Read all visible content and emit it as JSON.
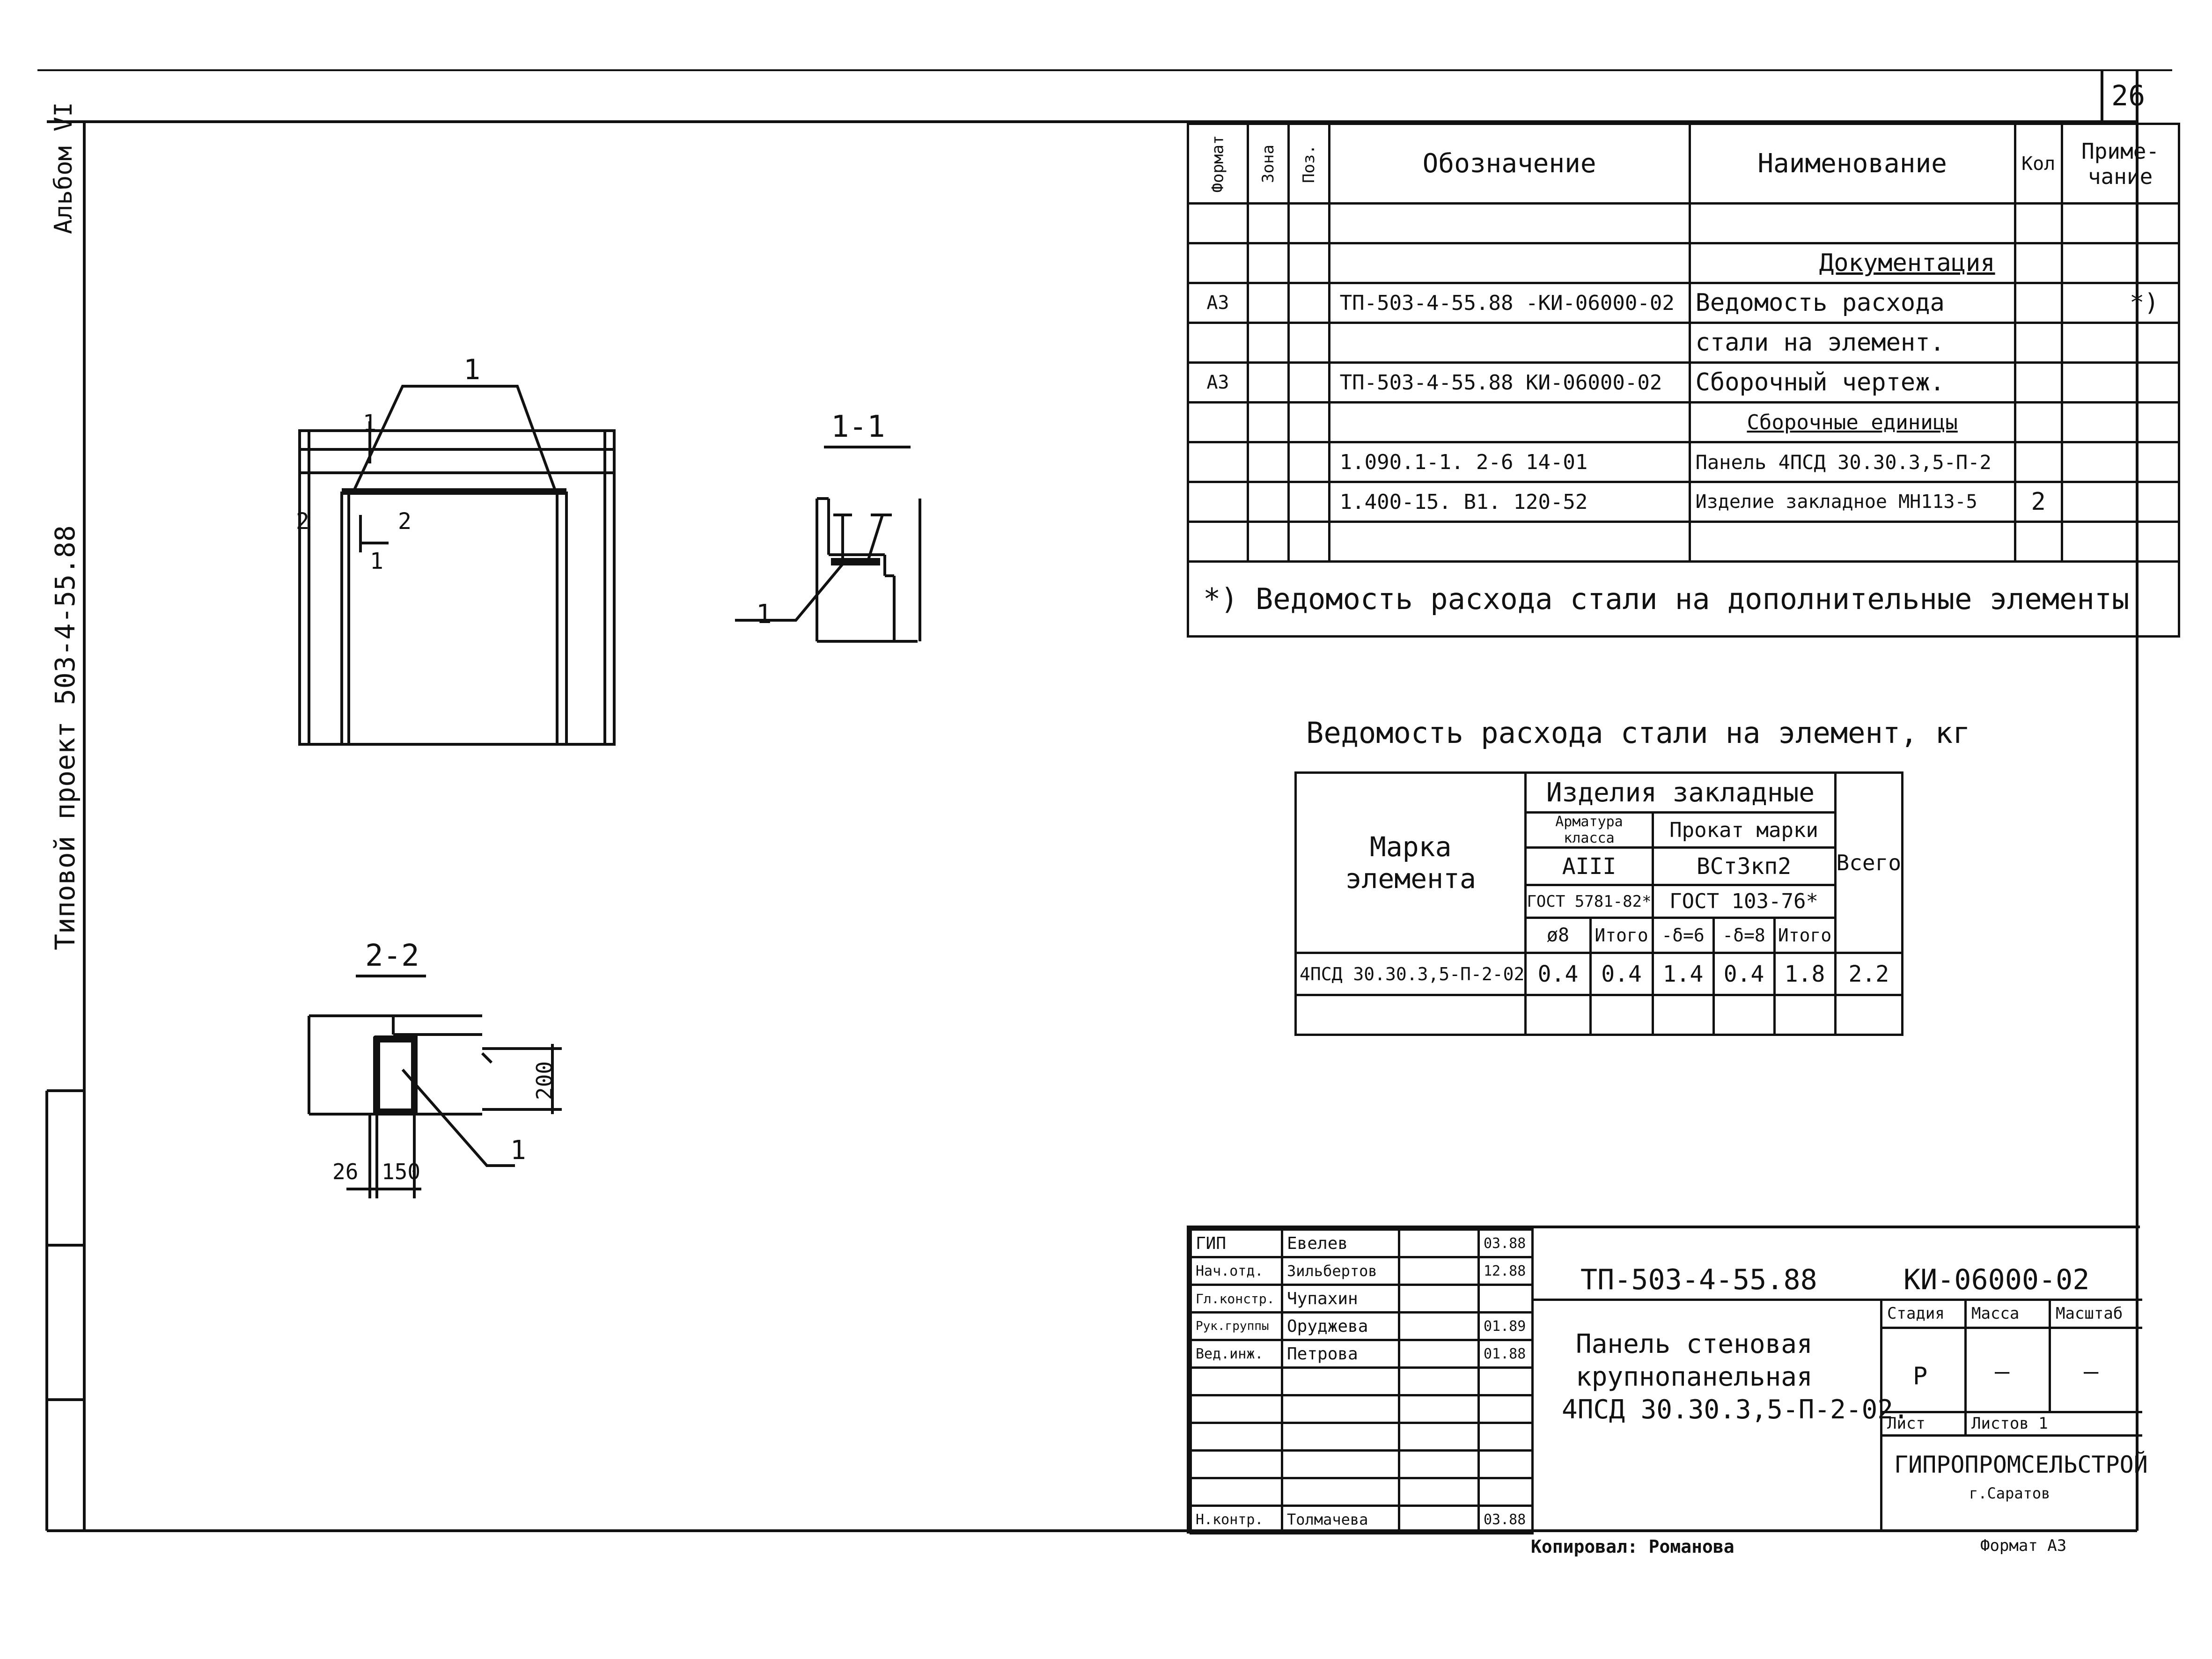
{
  "sheet": {
    "number": "26",
    "album_label": "Альбом VI",
    "project_label": "Типовой проект 503-4-55.88",
    "format_label": "Формат А3",
    "copied_by": "Копировал: Романова"
  },
  "spec_table": {
    "headers": [
      "Формат",
      "Зона",
      "Поз.",
      "Обозначение",
      "Наименование",
      "Кол",
      "Приме-чание"
    ],
    "rows": [
      {
        "format": "",
        "zone": "",
        "pos": "",
        "designation": "",
        "name": "",
        "qty": "",
        "note": ""
      },
      {
        "format": "",
        "zone": "",
        "pos": "",
        "designation": "",
        "name": "Документация",
        "qty": "",
        "note": ""
      },
      {
        "format": "А3",
        "zone": "",
        "pos": "",
        "designation": "ТП-503-4-55.88 -КИ-06000-02",
        "name": "Ведомость расхода",
        "qty": "",
        "note": "*)"
      },
      {
        "format": "",
        "zone": "",
        "pos": "",
        "designation": "",
        "name": "стали на элемент.",
        "qty": "",
        "note": ""
      },
      {
        "format": "А3",
        "zone": "",
        "pos": "",
        "designation": "ТП-503-4-55.88 КИ-06000-02",
        "name": "Сборочный чертеж.",
        "qty": "",
        "note": ""
      },
      {
        "format": "",
        "zone": "",
        "pos": "",
        "designation": "",
        "name": "Сборочные единицы",
        "qty": "",
        "note": ""
      },
      {
        "format": "",
        "zone": "",
        "pos": "",
        "designation": "1.090.1-1. 2-6 14-01",
        "name": "Панель 4ПСД 30.30.3,5-П-2",
        "qty": "",
        "note": ""
      },
      {
        "format": "",
        "zone": "",
        "pos": "",
        "designation": "1.400-15. В1. 120-52",
        "name": "Изделие закладное МН113-5",
        "qty": "2",
        "note": ""
      },
      {
        "format": "",
        "zone": "",
        "pos": "",
        "designation": "",
        "name": "",
        "qty": "",
        "note": ""
      }
    ],
    "footnote": "*) Ведомость расхода стали на дополнительные элементы"
  },
  "steel_table": {
    "title": "Ведомость расхода стали на элемент, кг",
    "h_mark": "Марка элемента",
    "h_group": "Изделия закладные",
    "h_rebar": "Арматура класса",
    "h_rolled": "Прокат марки",
    "h_total": "Всего",
    "h_class": "АIII",
    "h_grade": "ВСт3кп2",
    "h_gost1": "ГОСТ 5781-82*",
    "h_gost2": "ГОСТ 103-76*",
    "h_d8": "ø8",
    "h_sum1": "Итого",
    "h_s6": "-δ=6",
    "h_s8": "-δ=8",
    "h_sum2": "Итого",
    "row": {
      "mark": "4ПСД 30.30.3,5-П-2-02",
      "d8": "0.4",
      "sum1": "0.4",
      "s6": "1.4",
      "s8": "0.4",
      "sum2": "1.8",
      "total": "2.2"
    }
  },
  "views": {
    "section_11": "1-1",
    "section_22": "2-2",
    "label_1": "1",
    "label_2": "2",
    "dim_200": "200",
    "dim_26": "26",
    "dim_150": "150"
  },
  "title_block": {
    "staff": [
      {
        "role": "ГИП",
        "name": "Евелев",
        "date": "03.88"
      },
      {
        "role": "Нач.отд.",
        "name": "Зильбертов",
        "date": "12.88"
      },
      {
        "role": "Гл.констр.",
        "name": "Чупахин",
        "date": ""
      },
      {
        "role": "Рук.группы",
        "name": "Оруджева",
        "date": "01.89"
      },
      {
        "role": "Вед.инж.",
        "name": "Петрова",
        "date": "01.88"
      },
      {
        "role": "Н.контр.",
        "name": "Толмачева",
        "date": "03.88"
      }
    ],
    "project_code": "ТП-503-4-55.88",
    "doc_code": "КИ-06000-02",
    "title_lines": [
      "Панель стеновая",
      "крупнопанельная",
      "4ПСД 30.30.3,5-П-2-02."
    ],
    "stage_label": "Стадия",
    "mass_label": "Масса",
    "scale_label": "Масштаб",
    "stage": "Р",
    "mass": "—",
    "scale": "—",
    "sheet_label": "Лист",
    "sheets_label": "Листов 1",
    "org": "ГИПРОПРОМСЕЛЬСТРОЙ",
    "city": "г.Саратов"
  }
}
